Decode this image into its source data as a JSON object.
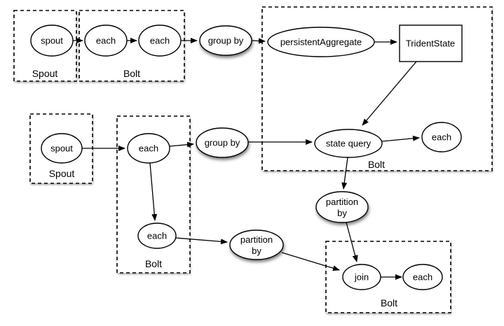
{
  "diagram": {
    "background_color": "#ffffff",
    "stroke_color": "#000000",
    "node_fill_color": "#ffffff"
  },
  "groups": {
    "spout_group_1": {
      "label": "Spout"
    },
    "bolt_group_1": {
      "label": "Bolt"
    },
    "bolt_group_2": {
      "label": "Bolt"
    },
    "spout_group_2": {
      "label": "Spout"
    },
    "bolt_group_3": {
      "label": "Bolt"
    },
    "bolt_group_4": {
      "label": "Bolt"
    }
  },
  "nodes": {
    "spout_1": {
      "label": "spout"
    },
    "each_1": {
      "label": "each"
    },
    "each_2": {
      "label": "each"
    },
    "group_by_1": {
      "label": "group by"
    },
    "persistent_aggregate": {
      "label": "persistentAggregate"
    },
    "trident_state": {
      "label": "TridentState"
    },
    "state_query": {
      "label": "state query"
    },
    "each_3": {
      "label": "each"
    },
    "partition_by_1": {
      "lines": [
        "partition",
        "by"
      ]
    },
    "spout_2": {
      "label": "spout"
    },
    "each_4": {
      "label": "each"
    },
    "each_5": {
      "label": "each"
    },
    "group_by_2": {
      "label": "group by"
    },
    "partition_by_2": {
      "lines": [
        "partition",
        "by"
      ]
    },
    "join": {
      "label": "join"
    },
    "each_6": {
      "label": "each"
    }
  },
  "edges": [
    {
      "from": "spout_1",
      "to": "each_1"
    },
    {
      "from": "each_1",
      "to": "each_2"
    },
    {
      "from": "each_2",
      "to": "group_by_1"
    },
    {
      "from": "group_by_1",
      "to": "persistent_aggregate"
    },
    {
      "from": "persistent_aggregate",
      "to": "trident_state"
    },
    {
      "from": "trident_state",
      "to": "state_query"
    },
    {
      "from": "spout_2",
      "to": "each_4"
    },
    {
      "from": "each_4",
      "to": "group_by_2"
    },
    {
      "from": "group_by_2",
      "to": "state_query"
    },
    {
      "from": "state_query",
      "to": "each_3"
    },
    {
      "from": "state_query",
      "to": "partition_by_1"
    },
    {
      "from": "partition_by_1",
      "to": "join"
    },
    {
      "from": "each_4",
      "to": "each_5"
    },
    {
      "from": "each_5",
      "to": "partition_by_2"
    },
    {
      "from": "partition_by_2",
      "to": "join"
    },
    {
      "from": "join",
      "to": "each_6"
    }
  ]
}
